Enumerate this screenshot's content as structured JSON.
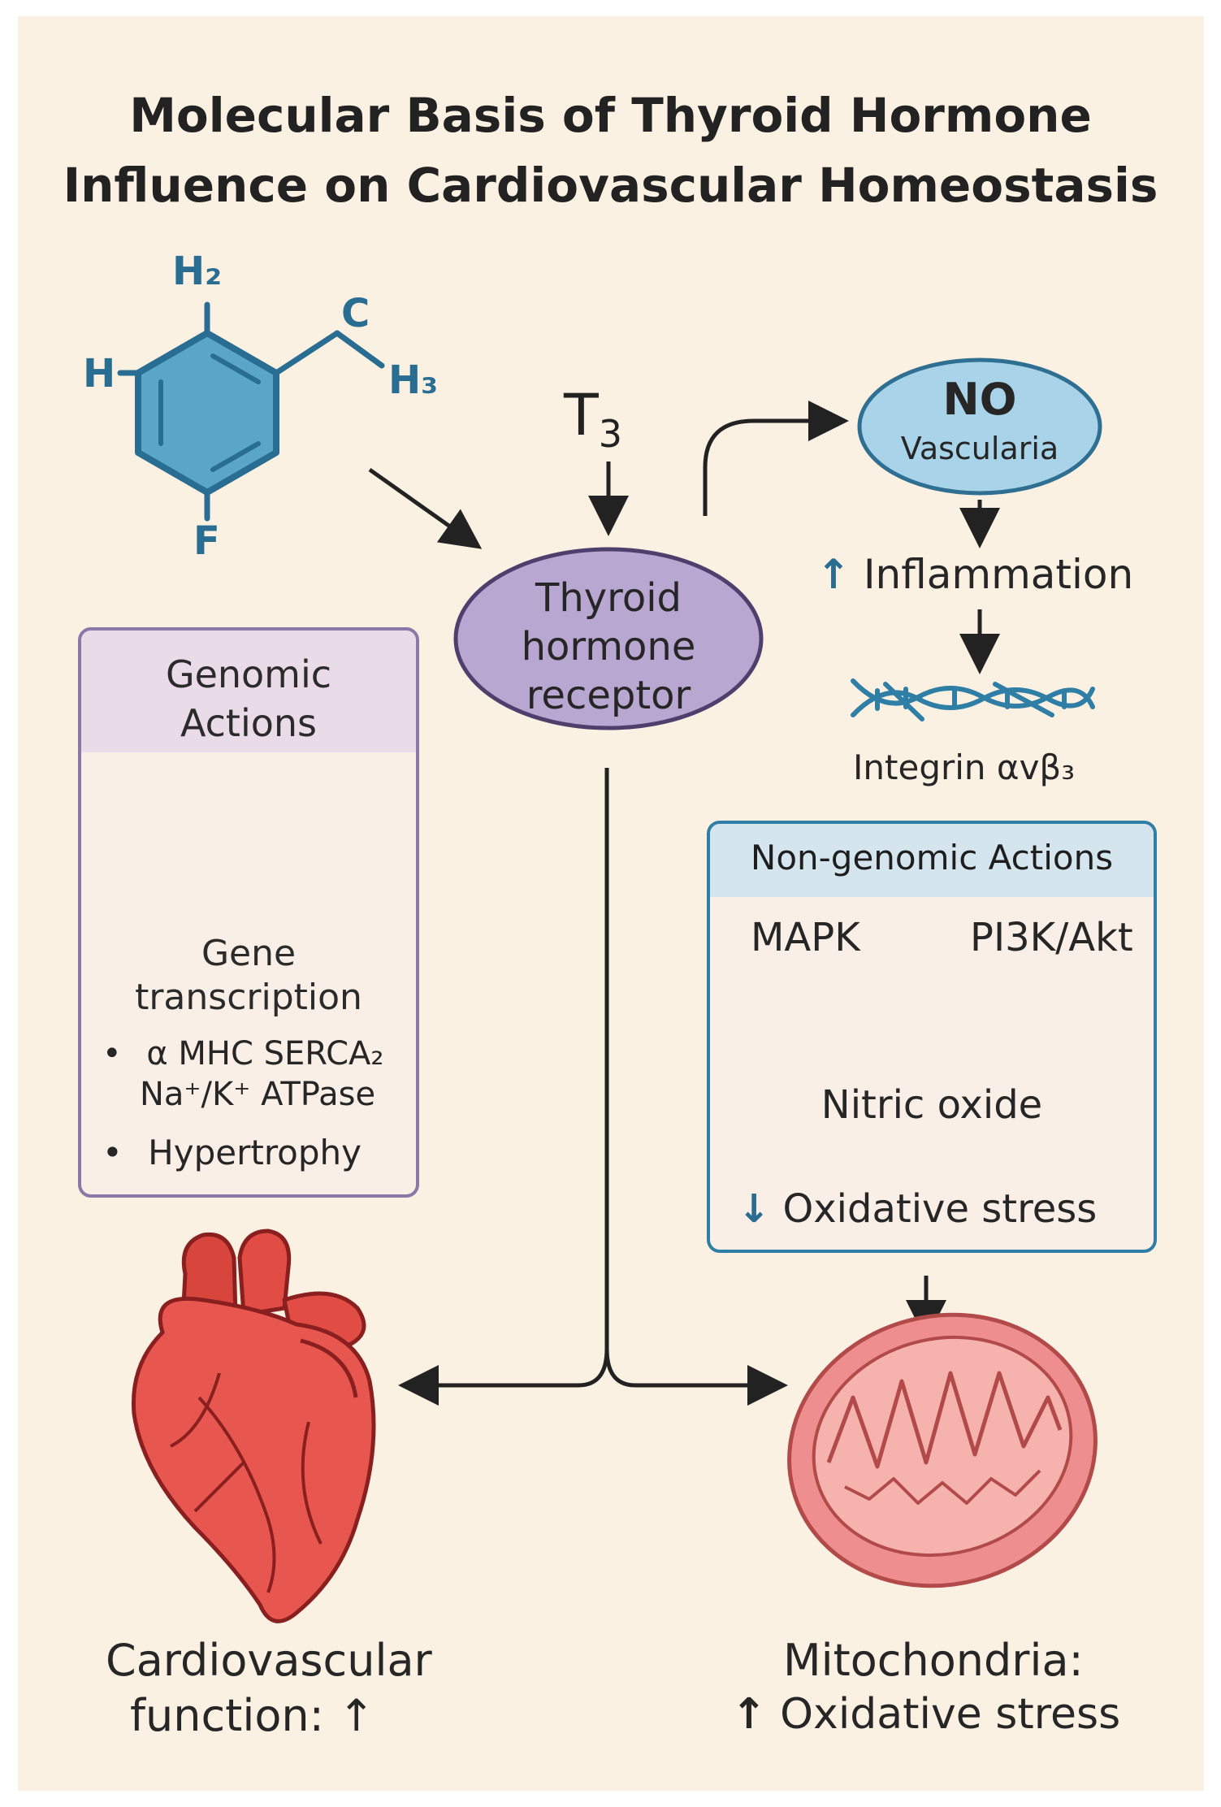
{
  "title": {
    "line1": "Molecular Basis of Thyroid Hormone",
    "line2": "Influence on Cardiovascular Homeostasis"
  },
  "molecule": {
    "h2": "H₂",
    "c": "C",
    "h3": "H₃",
    "h": "H",
    "f": "F"
  },
  "t3_label": "T",
  "t3_sub": "3",
  "receptor": {
    "line1": "Thyroid",
    "line2": "hormone",
    "line3": "receptor"
  },
  "no_node": {
    "line1": "NO",
    "line2": "Vascularia"
  },
  "inflammation": "Inflammation",
  "integrin": "Integrin αvβ₃",
  "genomic": {
    "title_line1": "Genomic",
    "title_line2": "Actions",
    "gene_line1": "Gene",
    "gene_line2": "transcription",
    "bullet1_line1": "α MHC SERCA₂",
    "bullet1_line2": "Na⁺/K⁺ ATPase",
    "bullet2": "Hypertrophy"
  },
  "nongenomic": {
    "title": "Non-genomic Actions",
    "mapk": "MAPK",
    "pi3k": "PI3K/Akt",
    "nitric_oxide": "Nitric oxide",
    "oxidative_stress": "Oxidative stress"
  },
  "cardio": {
    "line1": "Cardiovascular",
    "line2": "function: ↑"
  },
  "mito": {
    "line1": "Mitochondria:",
    "line2": "Oxidative stress"
  },
  "icons": {
    "up_arrow": "↑",
    "down_arrow": "↓",
    "bullet": "•"
  },
  "colors": {
    "background": "#fbf1e2",
    "molecule_blue": "#2f7ea6",
    "receptor_purple": "#b8a7d0",
    "no_blue": "#a9d3e8",
    "heart_red": "#e8574f",
    "mito_pink": "#ef8e8e"
  }
}
